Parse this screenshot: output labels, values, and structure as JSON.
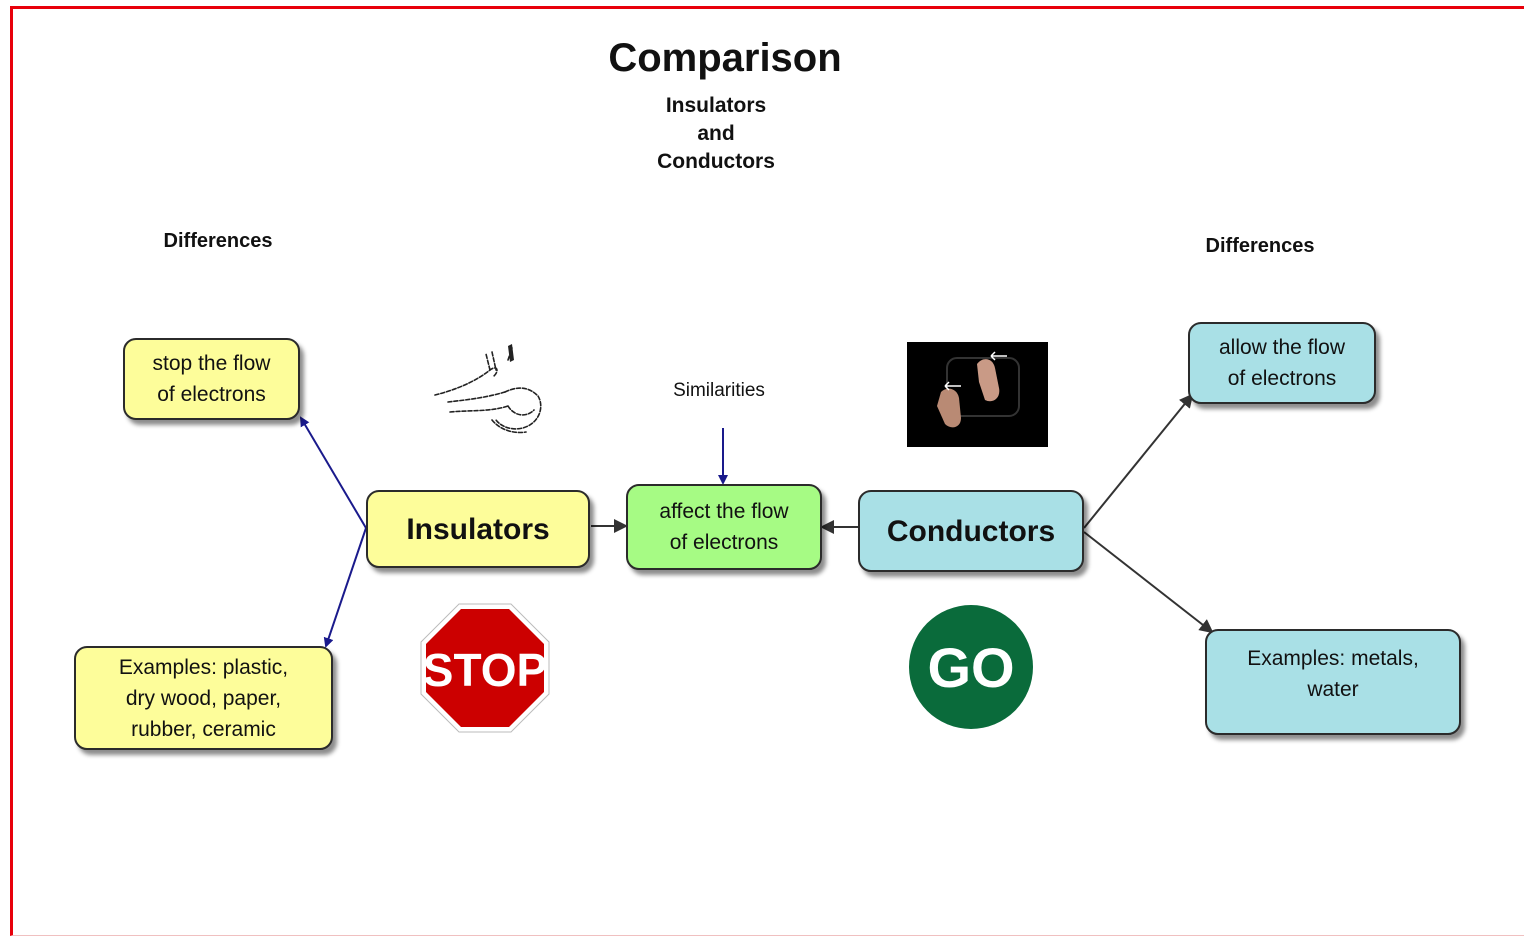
{
  "title": "Comparison",
  "subtitle": "Insulators\nand\nConductors",
  "labels": {
    "differences_left": "Differences",
    "differences_right": "Differences",
    "similarities": "Similarities"
  },
  "nodes": {
    "insulators": "Insulators",
    "conductors": "Conductors",
    "similarity": "affect the flow\nof electrons",
    "insulator_difference": "stop the flow\nof electrons",
    "insulator_examples": "Examples:  plastic,\ndry wood, paper,\nrubber, ceramic",
    "conductor_difference": "allow the flow\nof electrons",
    "conductor_examples": "Examples:  metals,\nwater"
  },
  "signs": {
    "stop": "STOP",
    "go": "GO"
  },
  "icons": [
    "sign-language-hand-icon",
    "sign-language-conductors-icon",
    "stop-sign-icon",
    "go-sign-icon"
  ],
  "colors": {
    "frame": "#e8000b",
    "insulator_fill": "#fdfd9a",
    "similarity_fill": "#a6fb84",
    "conductor_fill": "#a9e0e6",
    "insulator_arrows": "#1a1a8c",
    "conductor_arrows": "#333333",
    "stop_sign": "#cc0000",
    "go_sign": "#0a6b3b"
  }
}
